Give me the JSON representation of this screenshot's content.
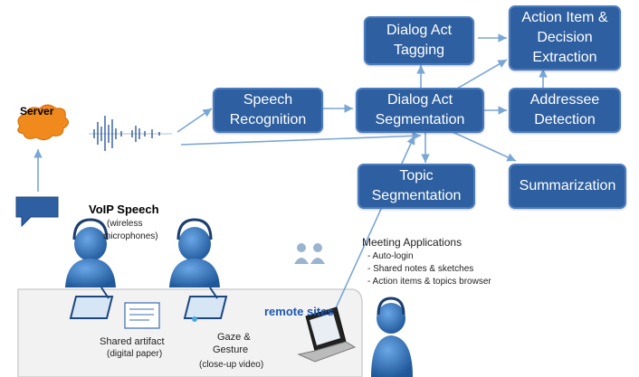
{
  "boxes": {
    "speech_recognition": "Speech Recognition",
    "dialog_act_segmentation": "Dialog Act Segmentation",
    "dialog_act_tagging": "Dialog Act Tagging",
    "action_item_extraction": "Action Item & Decision Extraction",
    "addressee_detection": "Addressee Detection",
    "topic_segmentation": "Topic Segmentation",
    "summarization": "Summarization"
  },
  "labels": {
    "server": "Server",
    "voip_title": "VoIP Speech",
    "voip_sub1": "(wireless",
    "voip_sub2": "microphones)",
    "shared_artifact": "Shared artifact",
    "shared_artifact_sub": "(digital paper)",
    "gaze_1": "Gaze &",
    "gaze_2": "Gesture",
    "gaze_sub": "(close-up video)",
    "remote_sites": "remote sites",
    "meeting_apps_title": "Meeting Applications",
    "meeting_apps_items": [
      "- Auto-login",
      "- Shared notes & sketches",
      "- Action items & topics browser"
    ]
  },
  "colors": {
    "box_fill": "#2e5fa0",
    "arrow": "#7aa6d6",
    "cloud": "#f08a1c",
    "person": "#2f6fb7"
  }
}
